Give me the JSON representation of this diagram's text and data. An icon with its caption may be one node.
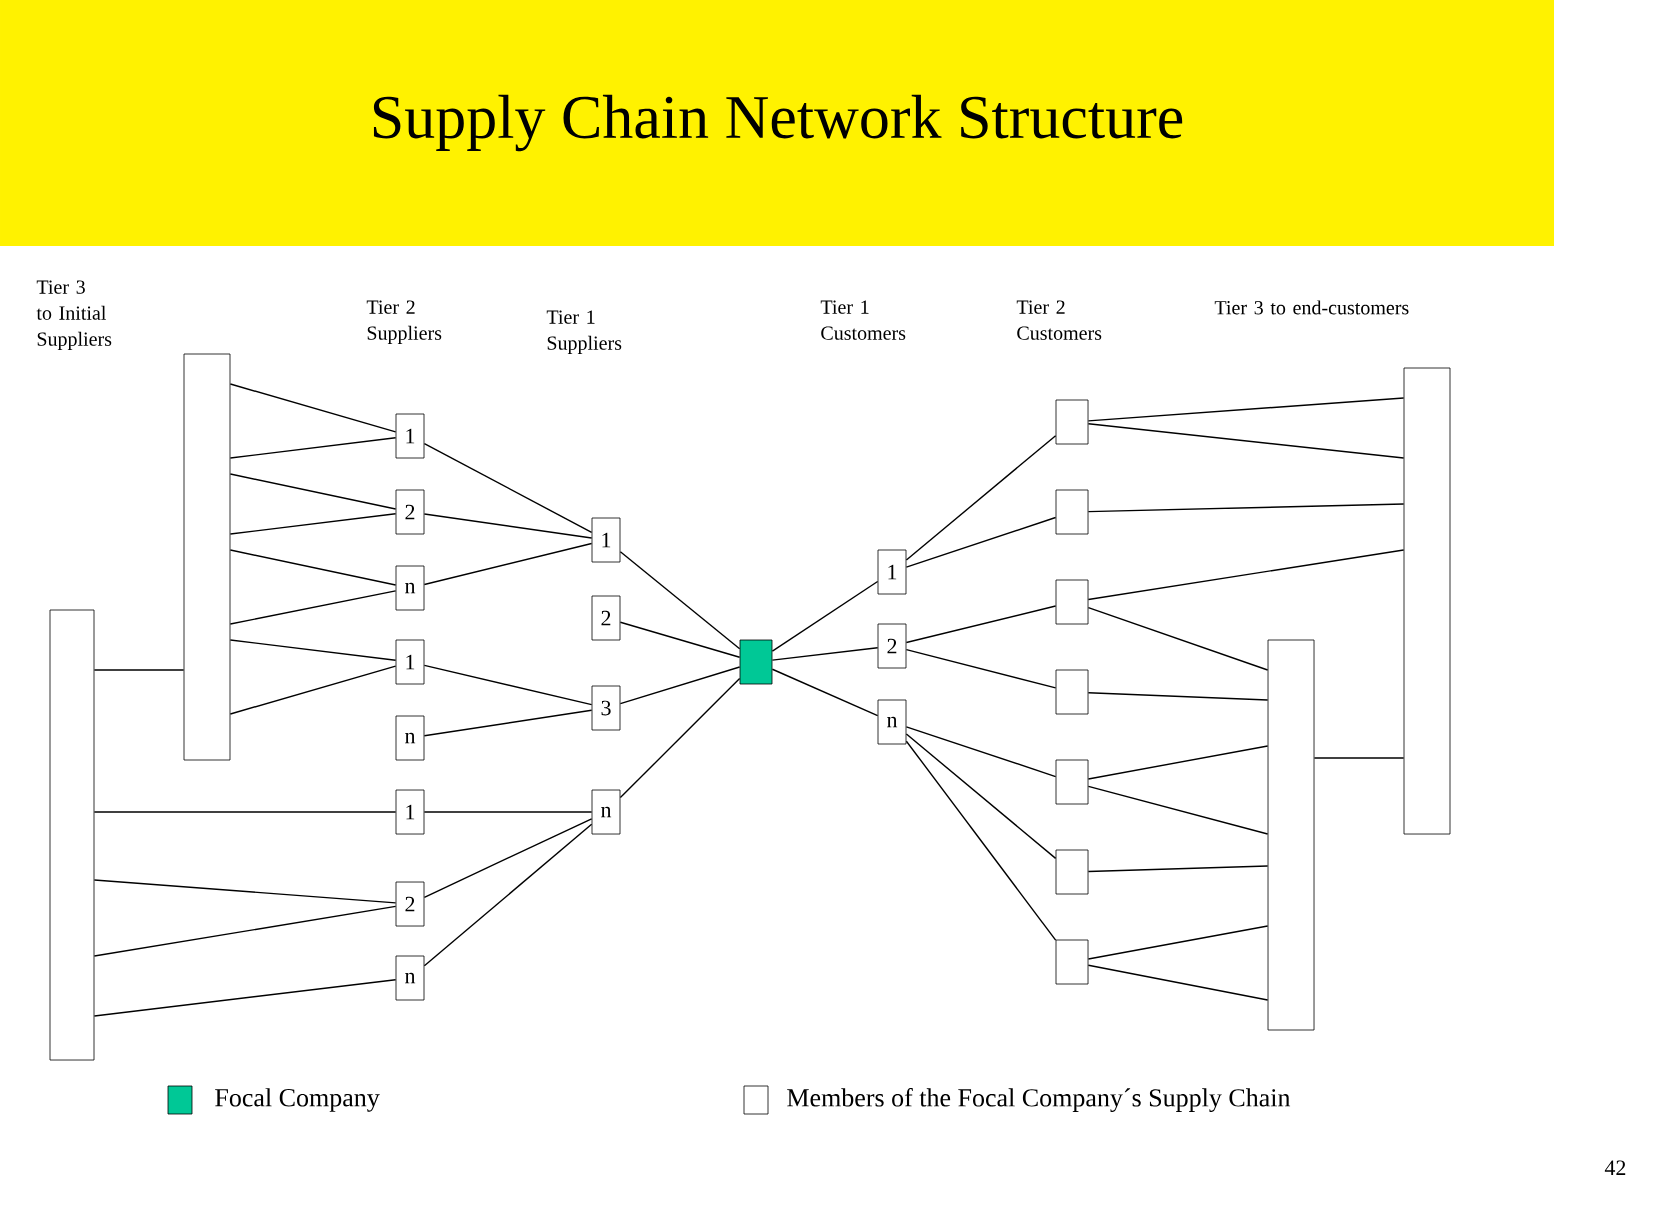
{
  "diagram": {
    "title": "Supply Chain Network Structure",
    "nodes": [
      {
        "text": [],
        "shape": "bar"
      },
      {
        "text": [],
        "shape": "bar"
      },
      {
        "text": [
          "1"
        ]
      },
      {
        "text": [
          "2"
        ]
      },
      {
        "text": [
          "n"
        ]
      },
      {
        "text": [
          "1"
        ]
      },
      {
        "text": [
          "n"
        ]
      },
      {
        "text": [
          "1"
        ]
      },
      {
        "text": [
          "2"
        ]
      },
      {
        "text": [
          "n"
        ]
      },
      {
        "text": [
          "1"
        ]
      },
      {
        "text": [
          "2"
        ]
      },
      {
        "text": [
          "3"
        ]
      },
      {
        "text": [
          "n"
        ]
      },
      {
        "text": [],
        "shape": "box"
      },
      {
        "text": [
          "1"
        ]
      },
      {
        "text": [
          "2"
        ]
      },
      {
        "text": [
          "n"
        ]
      },
      {
        "text": [],
        "shape": "box"
      },
      {
        "text": [],
        "shape": "box"
      },
      {
        "text": [],
        "shape": "box"
      },
      {
        "text": [],
        "shape": "box"
      },
      {
        "text": [],
        "shape": "box"
      },
      {
        "text": [],
        "shape": "box"
      },
      {
        "text": [],
        "shape": "box"
      },
      {
        "text": [],
        "shape": "bar"
      },
      {
        "text": [],
        "shape": "bar"
      }
    ],
    "edges": [
      {
        "from": 0,
        "to": 2,
        "arrow": "none"
      },
      {
        "from": 0,
        "to": 2,
        "arrow": "none"
      },
      {
        "from": 0,
        "to": 3,
        "arrow": "none"
      },
      {
        "from": 0,
        "to": 3,
        "arrow": "none"
      },
      {
        "from": 0,
        "to": 4,
        "arrow": "none"
      },
      {
        "from": 0,
        "to": 4,
        "arrow": "none"
      },
      {
        "from": 0,
        "to": 5,
        "arrow": "none"
      },
      {
        "from": 0,
        "to": 5,
        "arrow": "none"
      },
      {
        "from": 1,
        "to": 0,
        "arrow": "none"
      },
      {
        "from": 1,
        "to": 7,
        "arrow": "none"
      },
      {
        "from": 1,
        "to": 8,
        "arrow": "none"
      },
      {
        "from": 1,
        "to": 8,
        "arrow": "none"
      },
      {
        "from": 1,
        "to": 9,
        "arrow": "none"
      },
      {
        "from": 2,
        "to": 10,
        "arrow": "none"
      },
      {
        "from": 3,
        "to": 10,
        "arrow": "none"
      },
      {
        "from": 4,
        "to": 10,
        "arrow": "none"
      },
      {
        "from": 5,
        "to": 12,
        "arrow": "none"
      },
      {
        "from": 6,
        "to": 12,
        "arrow": "none"
      },
      {
        "from": 7,
        "to": 13,
        "arrow": "none"
      },
      {
        "from": 8,
        "to": 13,
        "arrow": "none"
      },
      {
        "from": 9,
        "to": 13,
        "arrow": "none"
      },
      {
        "from": 10,
        "to": 14,
        "arrow": "none"
      },
      {
        "from": 11,
        "to": 14,
        "arrow": "none"
      },
      {
        "from": 12,
        "to": 14,
        "arrow": "none"
      },
      {
        "from": 13,
        "to": 14,
        "arrow": "none"
      },
      {
        "from": 14,
        "to": 15,
        "arrow": "none"
      },
      {
        "from": 14,
        "to": 16,
        "arrow": "none"
      },
      {
        "from": 14,
        "to": 17,
        "arrow": "none"
      },
      {
        "from": 15,
        "to": 18,
        "arrow": "none"
      },
      {
        "from": 15,
        "to": 19,
        "arrow": "none"
      },
      {
        "from": 16,
        "to": 20,
        "arrow": "none"
      },
      {
        "from": 16,
        "to": 21,
        "arrow": "none"
      },
      {
        "from": 17,
        "to": 22,
        "arrow": "none"
      },
      {
        "from": 17,
        "to": 23,
        "arrow": "none"
      },
      {
        "from": 17,
        "to": 24,
        "arrow": "none"
      },
      {
        "from": 18,
        "to": 25,
        "arrow": "none"
      },
      {
        "from": 18,
        "to": 25,
        "arrow": "none"
      },
      {
        "from": 19,
        "to": 25,
        "arrow": "none"
      },
      {
        "from": 20,
        "to": 25,
        "arrow": "none"
      },
      {
        "from": 20,
        "to": 26,
        "arrow": "none"
      },
      {
        "from": 21,
        "to": 26,
        "arrow": "none"
      },
      {
        "from": 22,
        "to": 26,
        "arrow": "none"
      },
      {
        "from": 22,
        "to": 26,
        "arrow": "none"
      },
      {
        "from": 23,
        "to": 26,
        "arrow": "none"
      },
      {
        "from": 24,
        "to": 26,
        "arrow": "none"
      },
      {
        "from": 24,
        "to": 26,
        "arrow": "none"
      },
      {
        "from": 26,
        "to": 25,
        "arrow": "none"
      }
    ],
    "labels": [
      "Tier 3 to Initial Suppliers",
      "Tier 2 Suppliers",
      "Tier 1 Suppliers",
      "Tier 1 Customers",
      "Tier 2 Customers",
      "Tier 3 to end-customers",
      "42"
    ],
    "legend": [
      {
        "text": "Focal Company",
        "color": "#00c896"
      },
      {
        "text": "Members of the Focal Company´s Supply Chain"
      }
    ]
  }
}
